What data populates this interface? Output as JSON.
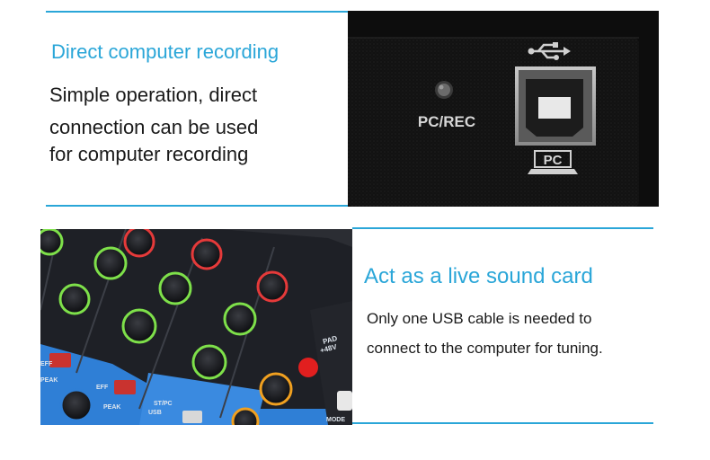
{
  "section_usb": {
    "heading": "Direct computer recording",
    "lines": [
      "Simple operation, direct",
      "connection can be used",
      "for computer recording"
    ],
    "panel_label": "PC/REC",
    "port_label": "PC"
  },
  "section_card": {
    "heading": "Act as a live sound card",
    "lines": [
      "Only one USB cable is needed to",
      "connect to the computer for tuning."
    ],
    "mixer_labels": {
      "pad_1": "PAD",
      "pad_2": "+48V",
      "eff_1": "EFF",
      "eff_2": "EFF",
      "peak_1": "PEAK",
      "peak_2": "PEAK",
      "usb_1": "ST/PC",
      "usb_2": "USB",
      "mode": "MODE"
    }
  },
  "colors": {
    "accent": "#2aa6d8",
    "text": "#1a1a1a",
    "knob_green": "#7ee04a",
    "knob_red": "#e53a3a",
    "knob_orange": "#f0a020",
    "panel_blue": "#2f7fd6"
  }
}
